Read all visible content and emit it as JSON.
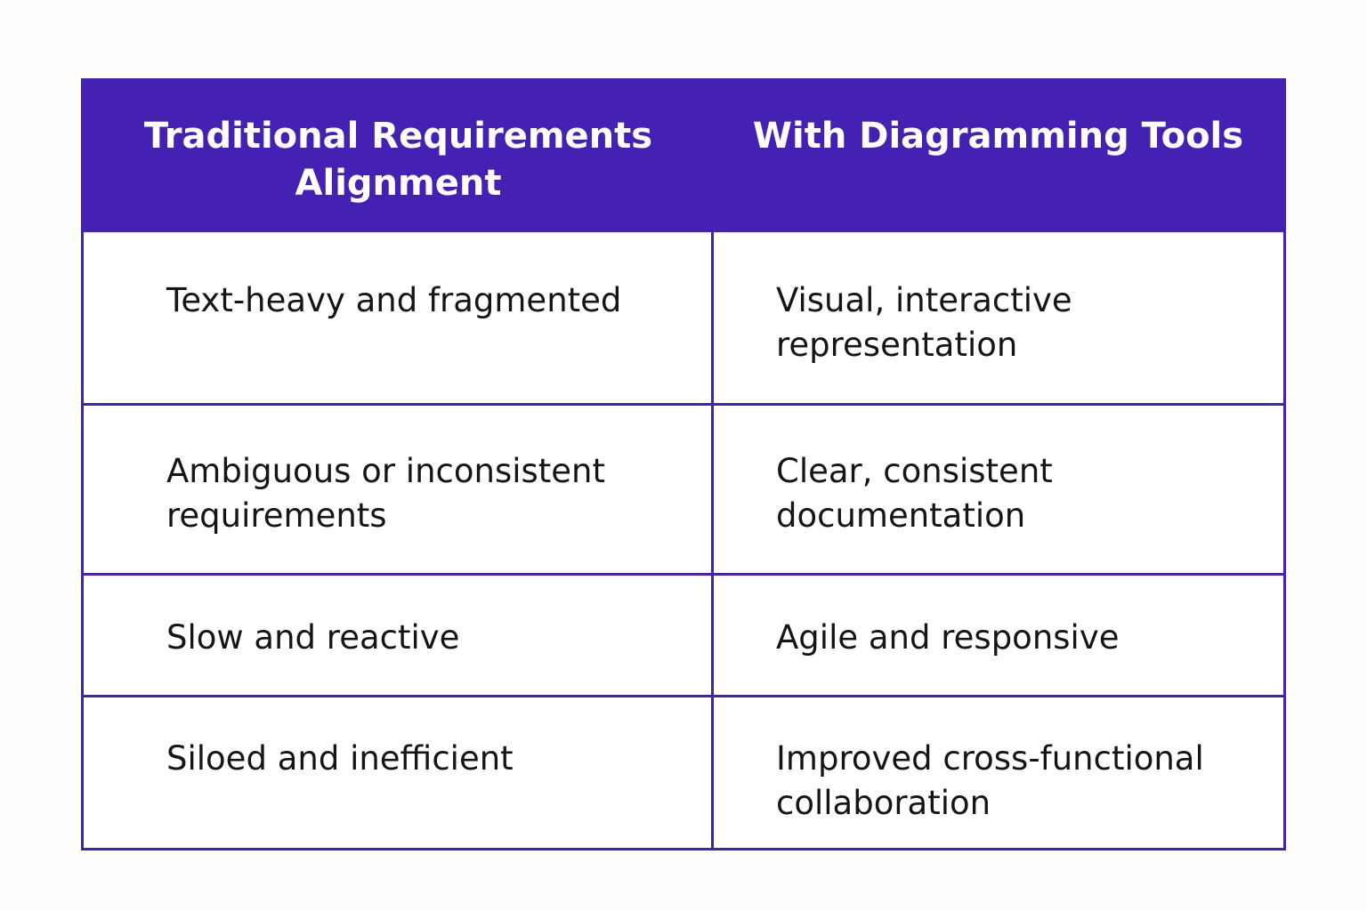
{
  "table": {
    "headers": [
      "Traditional Requirements Alignment",
      "With Diagramming Tools"
    ],
    "rows": [
      [
        "Text-heavy and fragmented",
        "Visual, interactive representation"
      ],
      [
        "Ambiguous or inconsistent requirements",
        "Clear, consistent documentation"
      ],
      [
        "Slow and reactive",
        "Agile and responsive"
      ],
      [
        "Siloed and inefficient",
        "Improved cross-functional collaboration"
      ]
    ]
  },
  "colors": {
    "header_background": "#4420b3",
    "header_text": "#ffffff",
    "border": "#4420b3",
    "cell_text": "#151515",
    "page_background": "#fdfdfb"
  }
}
